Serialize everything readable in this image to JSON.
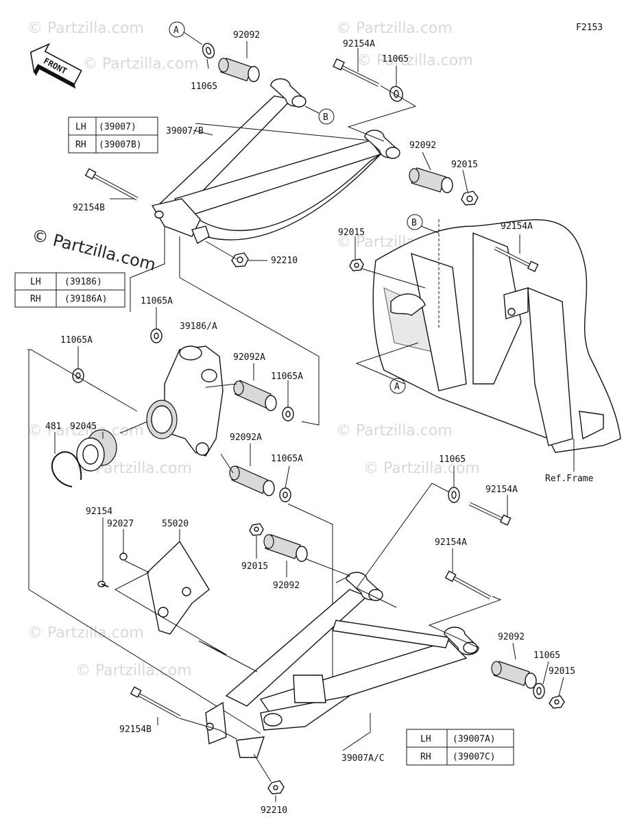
{
  "figure_id": "F2153",
  "front_label": "FRONT",
  "watermark": "© Partzilla.com",
  "callouts": {
    "a": "A",
    "b": "B"
  },
  "labels": {
    "p92092_top": "92092",
    "p11065_top": "11065",
    "p92154A_top": "92154A",
    "p11065_topright": "11065",
    "p39007B": "39007/B",
    "p92092_mid": "92092",
    "p92015_mid": "92015",
    "p92154B_top": "92154B",
    "p92210_top": "92210",
    "p92015_frame": "92015",
    "p92154A_frame": "92154A",
    "p11065A_a": "11065A",
    "p39186": "39186/A",
    "p11065A_b": "11065A",
    "p92092A_a": "92092A",
    "p11065A_c": "11065A",
    "p92045": "92045",
    "p481": "481",
    "p92092A_b": "92092A",
    "p11065A_d": "11065A",
    "p11065_low": "11065",
    "p92154A_low": "92154A",
    "ref_frame": "Ref.Frame",
    "p92154": "92154",
    "p92027": "92027",
    "p55020": "55020",
    "p92015_low": "92015",
    "p92092_low": "92092",
    "p92154A_low2": "92154A",
    "p92092_br": "92092",
    "p11065_br": "11065",
    "p92015_br": "92015",
    "p92154B_low": "92154B",
    "p39007AC": "39007A/C",
    "p92210_low": "92210"
  },
  "tables": {
    "upper_arm": [
      [
        "LH",
        "(39007)"
      ],
      [
        "RH",
        "(39007B)"
      ]
    ],
    "knuckle": [
      [
        "LH",
        "(39186)"
      ],
      [
        "RH",
        "(39186A)"
      ]
    ],
    "lower_arm": [
      [
        "LH",
        "(39007A)"
      ],
      [
        "RH",
        "(39007C)"
      ]
    ]
  }
}
